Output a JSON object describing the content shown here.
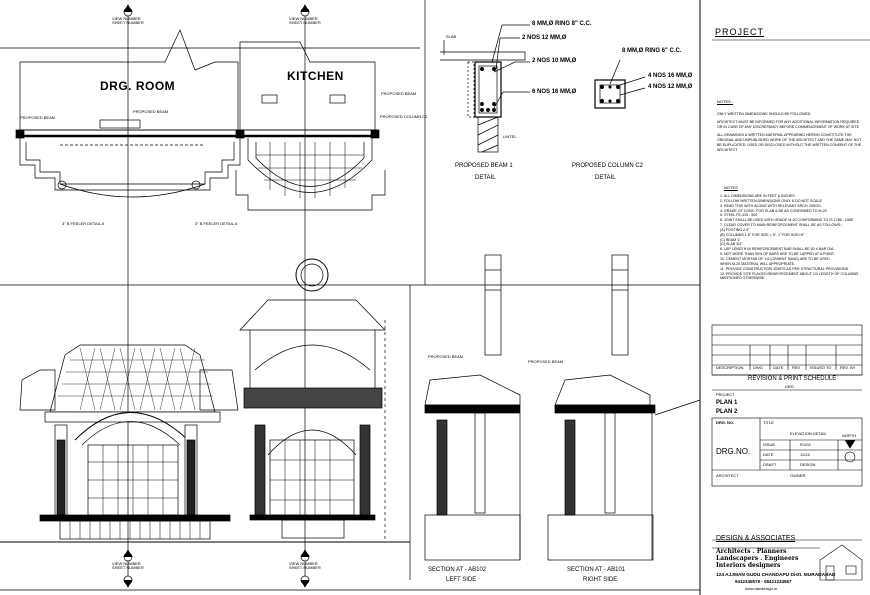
{
  "grid_markers": [
    {
      "top": "VIEW NUMBER",
      "bottom": "SHEET NUMBER"
    },
    {
      "top": "VIEW NUMBER",
      "bottom": "SHEET NUMBER"
    },
    {
      "top": "VIEW NUMBER",
      "bottom": "SHEET NUMBER"
    },
    {
      "top": "VIEW NUMBER",
      "bottom": "SHEET NUMBER"
    }
  ],
  "plan": {
    "room1": "DRG. ROOM",
    "room2": "KITCHEN",
    "proposed_beam_left": "PROPOSED BEAM",
    "proposed_beam_center": "PROPOSED BEAM",
    "proposed_beam_right": "PROPOSED BEAM",
    "proposed_column_c2": "PROPOSED COLUMN C2",
    "sofa_detail_left": "3\" B FEELER DETAIL A",
    "sofa_detail_right": "3\" B FEELER DETAIL A"
  },
  "beam_detail": {
    "ring_spec": "8 MM,Ø RING 8\" C.C.",
    "bar1": "2 NOS 12 MM,Ø",
    "bar2": "2 NOS 10 MM,Ø",
    "bar3": "6 NOS 16 MM,Ø",
    "slab": "SLAB",
    "lintel": "LINTEL",
    "title_line1": "PROPOSED BEAM 1",
    "title_line2": "DETAIL"
  },
  "column_detail": {
    "ring_spec": "8 MM,Ø RING 6\" C.C.",
    "bar1": "4 NOS 16 MM,Ø",
    "bar2": "4 NOS 12 MM,Ø",
    "title_line1": "PROPOSED COLUMN C2",
    "title_line2": "DETAIL"
  },
  "elevation": {
    "proposed_beam_label1": "PROPOSED BEAM",
    "proposed_beam_label2": "PROPOSED BEAM",
    "section_left_line1": "SECTION AT - AB102",
    "section_left_line2": "LEFT SIDE",
    "section_right_line1": "SECTION AT - AB101",
    "section_right_line2": "RIGHT SIDE"
  },
  "title_block": {
    "project_heading": "PROJECT",
    "notes_heading": "NOTES :",
    "notes_paragraphs": [
      "ONLY WRITTEN DIMENSIONS SHOULD BE FOLLOWED",
      "ARCHITECT MUST BE INFORMED FOR ANY ADDITIONAL INFORMATION REQUIRED OR IN CASE OF ANY DISCREPANCY BEFORE COMMENCEMENT OF WORK AT SITE",
      "ALL DRAWINGS & WRITTEN MATERIAL APPEARING HEREIN CONSTITUTE THE ORIGINAL AND UNPUBLISHED WORK OF THE ARCHITECT AND THE SAME MAY NOT BE DUPLICATED, USED OR DISCLOSED WITHOUT THE WRITTEN CONSENT OF THE ARCHITECT"
    ],
    "notes2_heading": "NOTES",
    "notes2_items": [
      "1. ALL DIMENSIONS ARE IN FEET & INCHES",
      "2. FOLLOW WRITTEN DIMENSIONS ONLY & DO NOT SCALE",
      "3. READ THIS WITH ALONG WITH RELEVANT ARCH. DWGS.",
      "4. GRADE OF CONC. FOR SLAB & BE AS CONFIRMED TO M-20",
      "5. STEEL FE-415 - 500",
      "6. JOINT SHALL BE USED WITH GRADE M-20 CONFORMING TO IS 1786 - 1985",
      "7. CLEAR COVER TO MAIN REINFORCEMENT SHALL BE AS FOLLOWS:-",
      "   (A) FOOTING    2.5\"",
      "   (B) COLUMNS    1.5\" FOR SIZE > 9\", 1\" FOR SIZE<9\"",
      "   (C) BEAM    1\"",
      "   (D) SLAB    3/4\"",
      "8. LAP LENGTH IN REINFORCEMENT BAR SHALL BE 50 X BAR DIA.",
      "9. NOT MORE THAN 50% OF BARS ARE TO BE LAPPED AT A POINT.",
      "10. CEMENT MORTAR OF 1:6 (CEMENT SAND) ARE TO BE USED.",
      "    WHEN M-20 MATERIAL WILL APPROPRIATE.",
      "11. PROVIDE CONSTRUCTION JOINTS AS PER STRUCTURAL PROVISIONS.",
      "12. PROVIDE SITE PLACED REINFORCEMENT ABOUT 1/3 LENGTH OF COLUMNS MENTIONED OTHERWISE."
    ],
    "revision_cols": [
      "DESCRIPTION",
      "DWG",
      "DATE",
      "REV",
      "ISSUED TO",
      "REV. BY"
    ],
    "revision_title": "REVISION & PRINT SCHEDULE",
    "drg_label": "DRG",
    "project_label": "PROJECT",
    "project_name1": "PLAN 1",
    "project_name2": "PLAN 2",
    "drg_no_label": "DRG. NO.",
    "title_label": "TITLE",
    "drawing_title": "ELEVATION DETAIL",
    "drg_no_big": "DRG.NO.",
    "issue_label": "ISSUE",
    "issue_value": "R1/02",
    "north_label": "NORTH",
    "date_label": "DATE",
    "date_value": "11/24",
    "drawn_label": "DRAFT",
    "drawn_value": "DESIGN",
    "architect_label": "ARCHITECT",
    "owner_label": "OWNER",
    "firm_name": "DESIGN & ASSOCIATES",
    "firm_line1": "Architects . Planners",
    "firm_line2": "Landscapers . Engineers",
    "firm_line3": "Interiors designers",
    "firm_address": "124 AJJMAN GUDU CHANDAPU Distt. MURADABAD",
    "firm_phone": "9412345678 - 08421234567",
    "firm_web": "www.dacdesign.in"
  }
}
